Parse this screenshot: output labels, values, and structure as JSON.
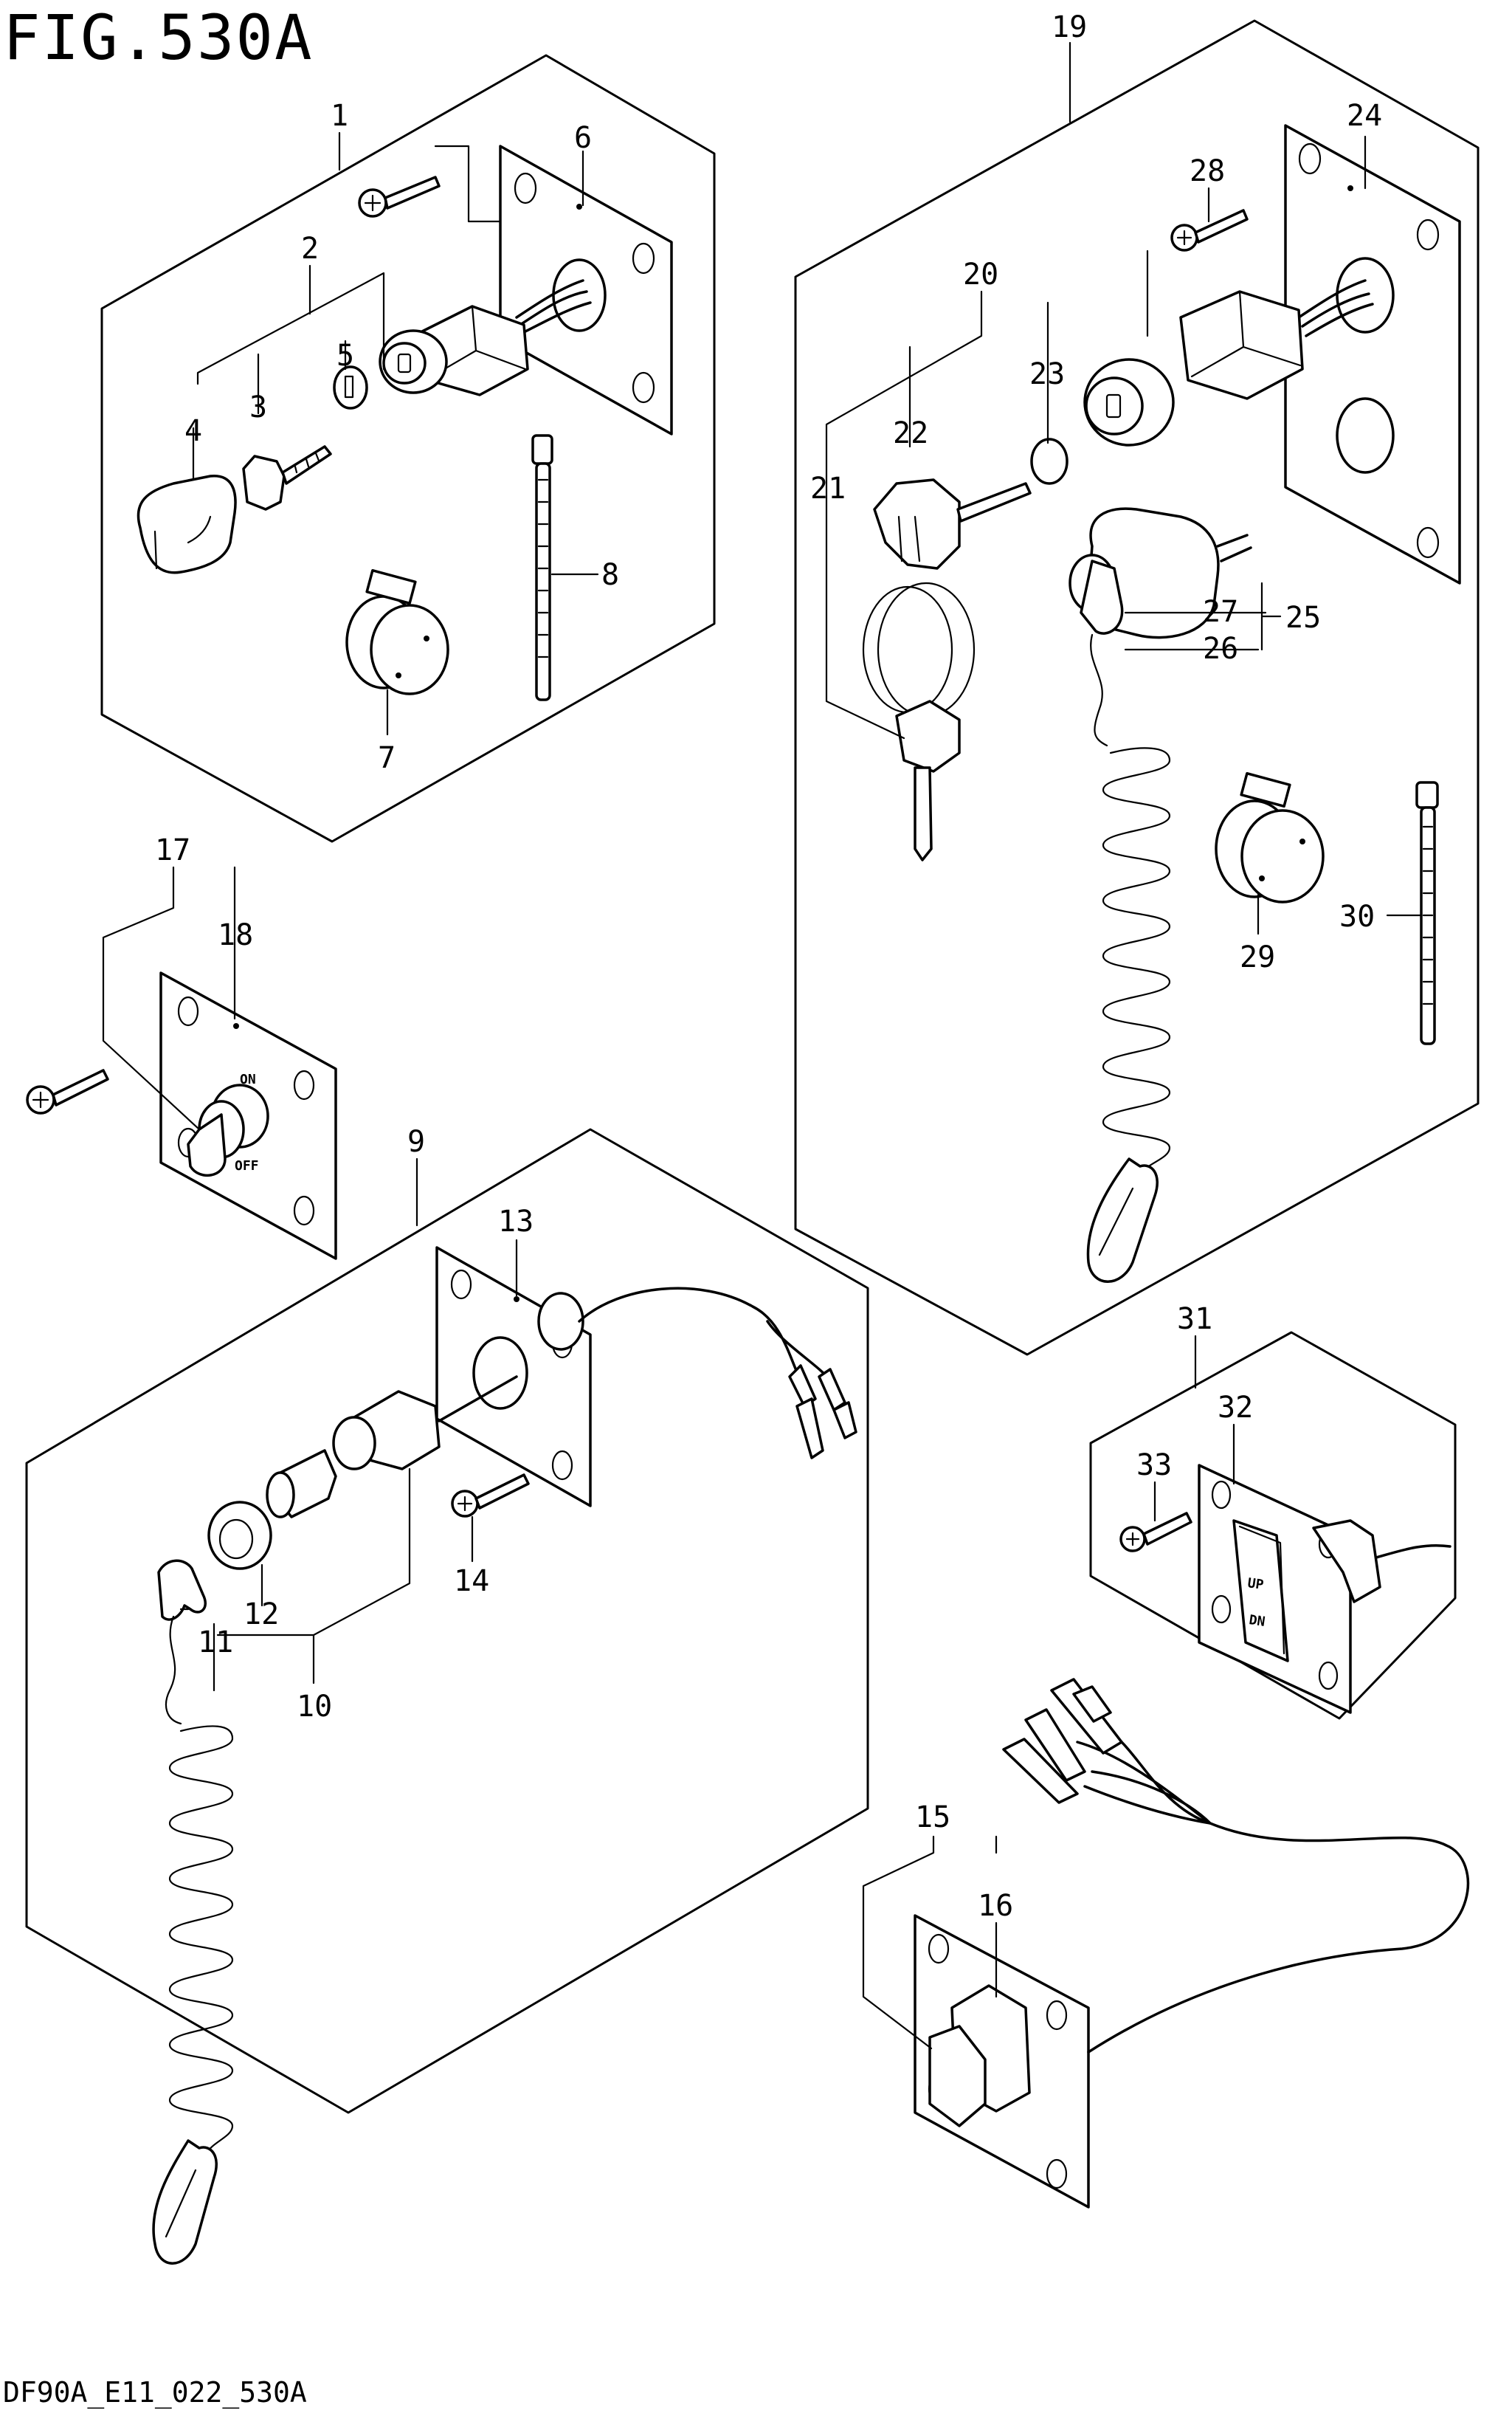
{
  "figure_title": "FIG.530A",
  "drawing_code": "DF90A_E11_022_530A",
  "switch_markings": {
    "on": "ON",
    "off": "OFF",
    "up": "UP",
    "dn": "DN"
  },
  "callouts": [
    {
      "id": "callout-1",
      "text": "1"
    },
    {
      "id": "callout-2",
      "text": "2"
    },
    {
      "id": "callout-3",
      "text": "3"
    },
    {
      "id": "callout-4",
      "text": "4"
    },
    {
      "id": "callout-5",
      "text": "5"
    },
    {
      "id": "callout-6",
      "text": "6"
    },
    {
      "id": "callout-7",
      "text": "7"
    },
    {
      "id": "callout-8",
      "text": "8"
    },
    {
      "id": "callout-9",
      "text": "9"
    },
    {
      "id": "callout-10",
      "text": "10"
    },
    {
      "id": "callout-11",
      "text": "11"
    },
    {
      "id": "callout-12",
      "text": "12"
    },
    {
      "id": "callout-13",
      "text": "13"
    },
    {
      "id": "callout-14",
      "text": "14"
    },
    {
      "id": "callout-15",
      "text": "15"
    },
    {
      "id": "callout-16",
      "text": "16"
    },
    {
      "id": "callout-17",
      "text": "17"
    },
    {
      "id": "callout-18",
      "text": "18"
    },
    {
      "id": "callout-19",
      "text": "19"
    },
    {
      "id": "callout-20",
      "text": "20"
    },
    {
      "id": "callout-21",
      "text": "21"
    },
    {
      "id": "callout-22",
      "text": "22"
    },
    {
      "id": "callout-23",
      "text": "23"
    },
    {
      "id": "callout-24",
      "text": "24"
    },
    {
      "id": "callout-25",
      "text": "25"
    },
    {
      "id": "callout-26",
      "text": "26"
    },
    {
      "id": "callout-27",
      "text": "27"
    },
    {
      "id": "callout-28",
      "text": "28"
    },
    {
      "id": "callout-29",
      "text": "29"
    },
    {
      "id": "callout-30",
      "text": "30"
    },
    {
      "id": "callout-31",
      "text": "31"
    },
    {
      "id": "callout-32",
      "text": "32"
    },
    {
      "id": "callout-33",
      "text": "33"
    }
  ]
}
